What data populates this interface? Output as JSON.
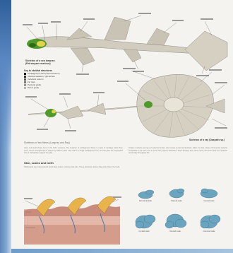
{
  "page": {
    "illustration_top_caption": "Skeleton of a sea lamprey (Petromyzon marinus)",
    "illustration_bottom_caption": "Skeleton of a ray (Dasyatis sp.)",
    "figure_caption": "Skeletons of two fishes (Lamprey and Ray)",
    "legend": {
      "title": "Key to skeletal structures",
      "items": [
        {
          "label": "Cartilaginous skull (neurocranium)",
          "color": "#111111"
        },
        {
          "label": "Visceral skeleton / gill arches",
          "color": "#333333"
        },
        {
          "label": "Vertebral column",
          "color": "#555555"
        },
        {
          "label": "Fin rays",
          "color": "#777777"
        },
        {
          "label": "Pectoral girdle",
          "color": "#999999"
        },
        {
          "label": "Pelvic girdle",
          "color": "#bbbbbb"
        }
      ]
    },
    "section_heading": "Skin, scales and teeth",
    "body_text_left": "Jaws and skull shown here in the fish's anatomy. The skeleton of cartilaginous fishes is made of cartilage rather than bone, and is strengthened in places by calcium salts. The skull is a single cartilaginous box, and the jaws are suspended from it. Gill arches support the gills.",
    "body_text_right": "Scales in sharks and rays are placoid scales, also known as dermal denticles. Each one has a base of bone-like material embedded in the skin and a spine that projects backward. Teeth develop from these same structures and are replaced continually throughout life.",
    "body_text_lower_left": "Sharks and rays have placoid (tooth-like) scales covering their skin. These denticles reduce drag and protect the body.",
    "scale_labels": [
      "Dermal denticle",
      "Placoid scale",
      "Ganoid scale",
      "Cycloid scale",
      "Ctenoid scale",
      "Cosmoid scale"
    ],
    "colors": {
      "skeleton": "#c9c3b5",
      "skeleton_stroke": "#8f8a7d",
      "skull_green": "#4f9a2a",
      "skull_yellow": "#e2d34a",
      "skin_pink": "#d8a79a",
      "denticle_blue": "#6aa4bf"
    }
  }
}
